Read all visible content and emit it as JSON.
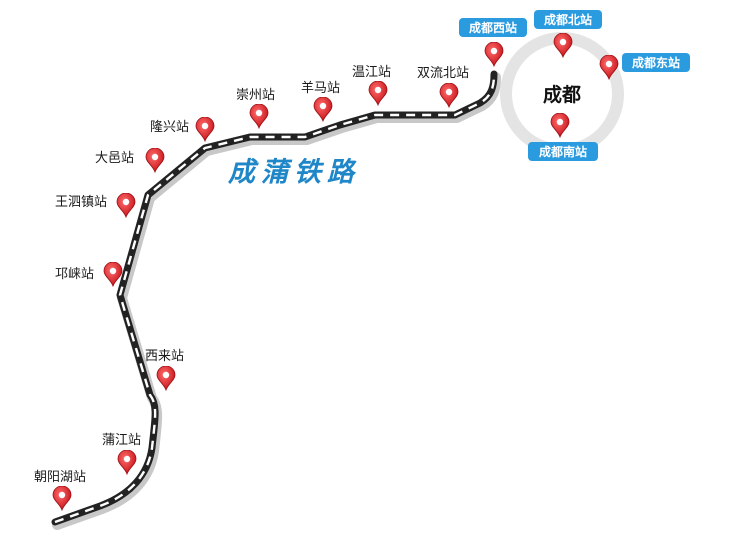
{
  "map": {
    "line_name": "成蒲铁路",
    "city_name": "成都",
    "colors": {
      "pin": "#e3262c",
      "badge": "#2b9be0",
      "title": "#1f86c8",
      "track": "#222222"
    },
    "stations": [
      "朝阳湖站",
      "蒲江站",
      "西来站",
      "邛崃站",
      "王泗镇站",
      "大邑站",
      "隆兴站",
      "崇州站",
      "羊马站",
      "温江站",
      "双流北站"
    ],
    "city_stations": [
      "成都西站",
      "成都北站",
      "成都东站",
      "成都南站"
    ],
    "icon": "map-pin-icon"
  }
}
